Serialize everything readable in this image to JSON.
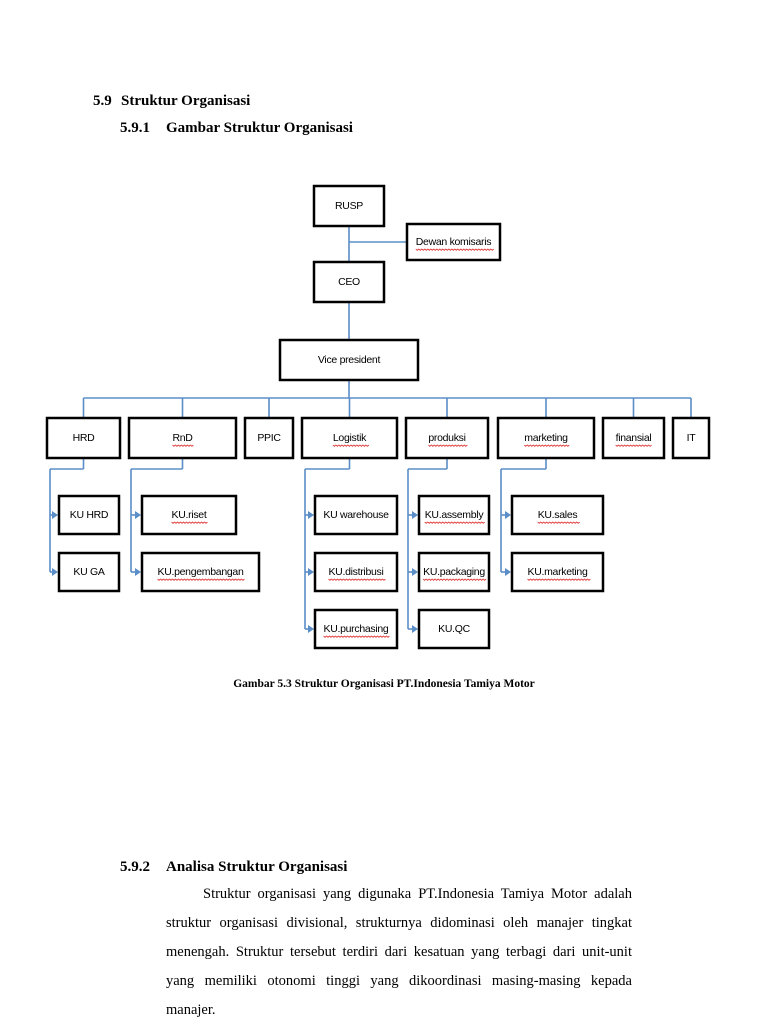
{
  "sections": {
    "s1": {
      "number": "5.9",
      "title": "Struktur Organisasi"
    },
    "s2": {
      "number": "5.9.1",
      "title": "Gambar Struktur Organisasi"
    },
    "s3": {
      "number": "5.9.2",
      "title": "Analisa Struktur Organisasi"
    }
  },
  "org_chart": {
    "nodes": [
      {
        "id": "rusp",
        "label": "RUSP",
        "squiggle": false
      },
      {
        "id": "dewan",
        "label": "Dewan komisaris",
        "squiggle": true
      },
      {
        "id": "ceo",
        "label": "CEO",
        "squiggle": false
      },
      {
        "id": "vp",
        "label": "Vice president",
        "squiggle": false
      },
      {
        "id": "hrd",
        "label": "HRD",
        "squiggle": false
      },
      {
        "id": "rnd",
        "label": "RnD",
        "squiggle": true
      },
      {
        "id": "ppic",
        "label": "PPIC",
        "squiggle": false
      },
      {
        "id": "logistik",
        "label": "Logistik",
        "squiggle": true
      },
      {
        "id": "produksi",
        "label": "produksi",
        "squiggle": true
      },
      {
        "id": "marketing",
        "label": "marketing",
        "squiggle": true
      },
      {
        "id": "finansial",
        "label": "finansial",
        "squiggle": true
      },
      {
        "id": "it",
        "label": "IT",
        "squiggle": false
      },
      {
        "id": "ku_hrd",
        "label": "KU HRD",
        "squiggle": false
      },
      {
        "id": "ku_ga",
        "label": "KU GA",
        "squiggle": false
      },
      {
        "id": "ku_riset",
        "label": "KU.riset",
        "squiggle": true
      },
      {
        "id": "ku_pengembangan",
        "label": "KU.pengembangan",
        "squiggle": true
      },
      {
        "id": "ku_warehouse",
        "label": "KU warehouse",
        "squiggle": false
      },
      {
        "id": "ku_distribusi",
        "label": "KU.distribusi",
        "squiggle": true
      },
      {
        "id": "ku_purchasing",
        "label": "KU.purchasing",
        "squiggle": true
      },
      {
        "id": "ku_assembly",
        "label": "KU.assembly",
        "squiggle": true
      },
      {
        "id": "ku_packaging",
        "label": "KU.packaging",
        "squiggle": true
      },
      {
        "id": "ku_qc",
        "label": "KU.QC",
        "squiggle": false
      },
      {
        "id": "ku_sales",
        "label": "KU.sales",
        "squiggle": true
      },
      {
        "id": "ku_marketing",
        "label": "KU.marketing",
        "squiggle": true
      }
    ],
    "edges": [
      [
        "rusp",
        "dewan"
      ],
      [
        "rusp",
        "ceo"
      ],
      [
        "ceo",
        "vp"
      ],
      [
        "vp",
        "hrd"
      ],
      [
        "vp",
        "rnd"
      ],
      [
        "vp",
        "ppic"
      ],
      [
        "vp",
        "logistik"
      ],
      [
        "vp",
        "produksi"
      ],
      [
        "vp",
        "marketing"
      ],
      [
        "vp",
        "finansial"
      ],
      [
        "vp",
        "it"
      ],
      [
        "hrd",
        "ku_hrd"
      ],
      [
        "hrd",
        "ku_ga"
      ],
      [
        "rnd",
        "ku_riset"
      ],
      [
        "rnd",
        "ku_pengembangan"
      ],
      [
        "logistik",
        "ku_warehouse"
      ],
      [
        "logistik",
        "ku_distribusi"
      ],
      [
        "logistik",
        "ku_purchasing"
      ],
      [
        "produksi",
        "ku_assembly"
      ],
      [
        "produksi",
        "ku_packaging"
      ],
      [
        "produksi",
        "ku_qc"
      ],
      [
        "marketing",
        "ku_sales"
      ],
      [
        "marketing",
        "ku_marketing"
      ]
    ],
    "connector_color": "#5b8ec8",
    "spellcheck_color": "#dd2222"
  },
  "caption": "Gambar 5.3 Struktur Organisasi PT.Indonesia Tamiya Motor",
  "paragraph": "Struktur organisasi yang digunaka PT.Indonesia Tamiya Motor adalah struktur organisasi  divisional, strukturnya didominasi oleh manajer tingkat menengah. Struktur tersebut terdiri dari kesatuan yang terbagi dari unit-unit yang memiliki otonomi tinggi yang dikoordinasi masing-masing kepada manajer."
}
